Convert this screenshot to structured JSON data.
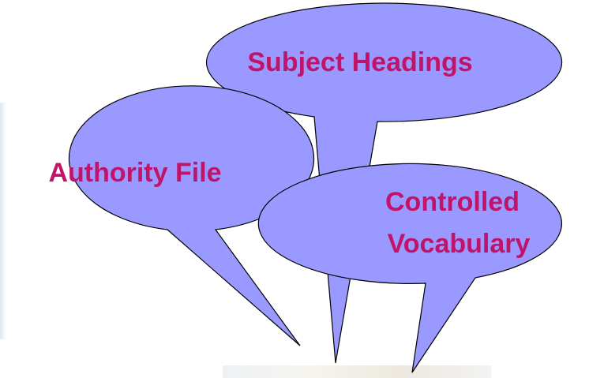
{
  "bubbles": {
    "subject_headings": {
      "label": "Subject Headings"
    },
    "authority_file": {
      "label": "Authority File"
    },
    "controlled_vocabulary": {
      "line1": "Controlled",
      "line2": "Vocabulary"
    }
  },
  "colors": {
    "bubble_fill": "#9999ff",
    "bubble_stroke": "#000000",
    "text": "#c0146a",
    "background": "#ffffff"
  }
}
